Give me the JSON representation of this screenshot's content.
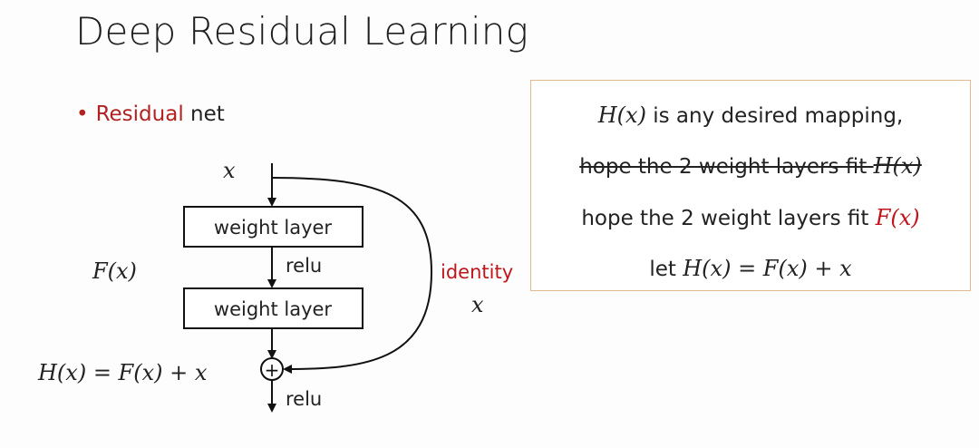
{
  "slide": {
    "title": "Deep Residual Learning",
    "bullet_prefix": "Residual",
    "bullet_suffix": " net"
  },
  "diagram": {
    "input_label": "x",
    "layer1_label": "weight layer",
    "relu1_label": "relu",
    "layer2_label": "weight layer",
    "relu2_label": "relu",
    "fx_label": "F(x)",
    "output_label": "H(x) = F(x) + x",
    "identity_label": "identity",
    "identity_x_label": "x",
    "plus_symbol": "+"
  },
  "notes": {
    "line1_math": "H(x)",
    "line1_text": " is any desired mapping,",
    "line2_text": "hope the 2 weight layers fit ",
    "line2_math": "H(x)",
    "line3_text": "hope the 2 weight layers fit ",
    "line3_math": "F(x)",
    "line4_text": "let ",
    "line4_math": "H(x) = F(x) + x"
  },
  "colors": {
    "accent_red": "#c0161b",
    "box_border": "#e4b98f"
  }
}
